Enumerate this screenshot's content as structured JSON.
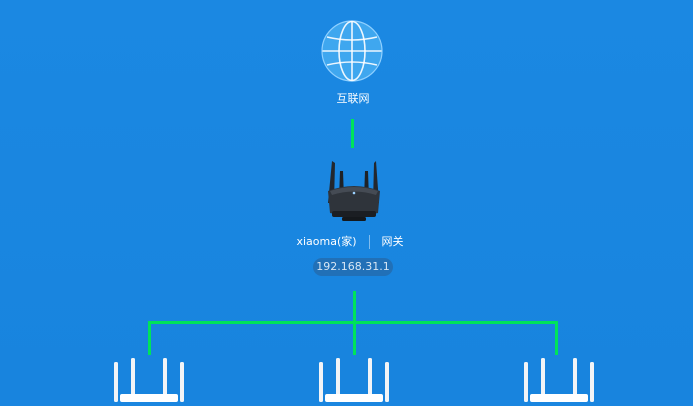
{
  "topology": {
    "internet": {
      "label": "互联网",
      "icon": "globe-icon"
    },
    "gateway": {
      "name": "xiaoma(家)",
      "role": "网关",
      "ip": "192.168.31.1",
      "icon": "router-icon"
    },
    "children": [
      {
        "icon": "router-icon"
      },
      {
        "icon": "router-icon"
      },
      {
        "icon": "router-icon"
      }
    ]
  },
  "colors": {
    "background": "#1a86e0",
    "link": "#00e35a",
    "globe_fill": "#3fa7ef",
    "router_body": "#2b2f36",
    "child_router_body": "#ffffff"
  }
}
